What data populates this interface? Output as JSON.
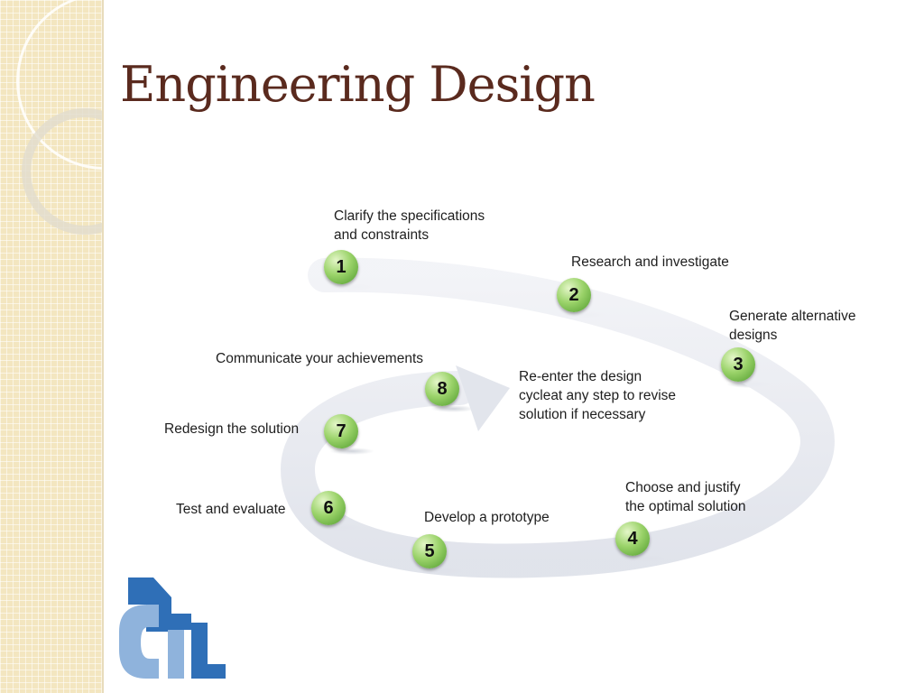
{
  "slide": {
    "title": "Engineering Design"
  },
  "diagram": {
    "center_note": [
      "Re-enter the design",
      "cycleat any step to revise",
      "solution if necessary"
    ],
    "steps": [
      {
        "number": "1",
        "label_lines": [
          "Clarify the specifications",
          "and constraints"
        ]
      },
      {
        "number": "2",
        "label_lines": [
          "Research and investigate"
        ]
      },
      {
        "number": "3",
        "label_lines": [
          "Generate alternative",
          "designs"
        ]
      },
      {
        "number": "4",
        "label_lines": [
          "Choose and justify",
          "the optimal solution"
        ]
      },
      {
        "number": "5",
        "label_lines": [
          "Develop a prototype"
        ]
      },
      {
        "number": "6",
        "label_lines": [
          "Test and evaluate"
        ]
      },
      {
        "number": "7",
        "label_lines": [
          "Redesign the solution"
        ]
      },
      {
        "number": "8",
        "label_lines": [
          "Communicate your achievements"
        ]
      }
    ]
  },
  "colors": {
    "title": "#5a2a1e",
    "sidebar": "#f3e6c0",
    "step_circle": "#6cb33f",
    "cycle_band": "#e6e8f0",
    "logo_dark": "#2f6fb7",
    "logo_light": "#8fb3dc"
  },
  "logo": {
    "type": "logo-mark"
  }
}
